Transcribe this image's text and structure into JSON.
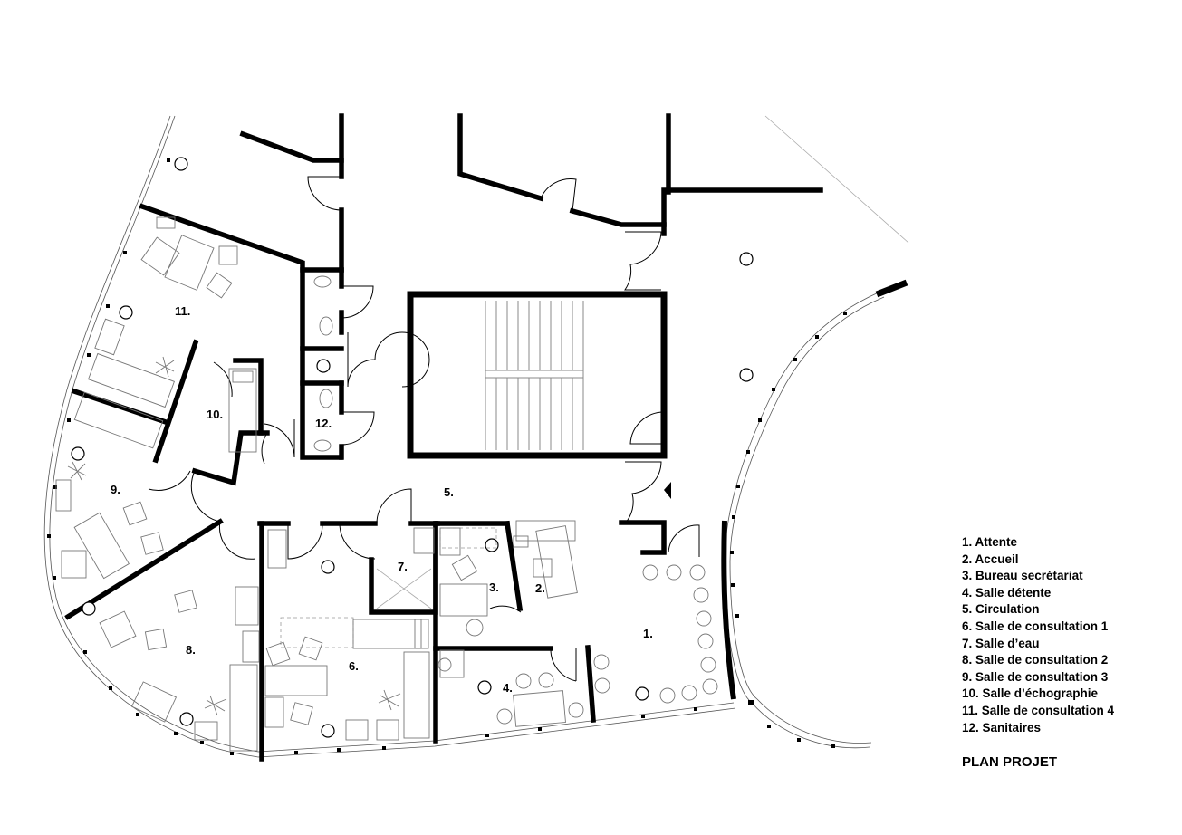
{
  "title": "PLAN PROJET",
  "rooms": [
    {
      "num": "1.",
      "name": "Attente",
      "legend": "1. Attente"
    },
    {
      "num": "2.",
      "name": "Accueil",
      "legend": "2. Accueil"
    },
    {
      "num": "3.",
      "name": "Bureau secrétariat",
      "legend": "3. Bureau secrétariat"
    },
    {
      "num": "4.",
      "name": "Salle détente",
      "legend": "4. Salle détente"
    },
    {
      "num": "5.",
      "name": "Circulation",
      "legend": "5. Circulation"
    },
    {
      "num": "6.",
      "name": "Salle de consultation 1",
      "legend": "6. Salle de consultation 1"
    },
    {
      "num": "7.",
      "name": "Salle d’eau",
      "legend": "7. Salle d’eau"
    },
    {
      "num": "8.",
      "name": "Salle de consultation 2",
      "legend": "8. Salle de consultation 2"
    },
    {
      "num": "9.",
      "name": "Salle de consultation 3",
      "legend": "9. Salle de consultation 3"
    },
    {
      "num": "10.",
      "name": "Salle d’échographie",
      "legend": "10. Salle d’échographie"
    },
    {
      "num": "11.",
      "name": "Salle de consultation 4",
      "legend": "11. Salle de consultation 4"
    },
    {
      "num": "12.",
      "name": "Sanitaires",
      "legend": "12. Sanitaires"
    }
  ],
  "colors": {
    "wall": "#000000",
    "furniture": "#777777",
    "background": "#ffffff"
  }
}
